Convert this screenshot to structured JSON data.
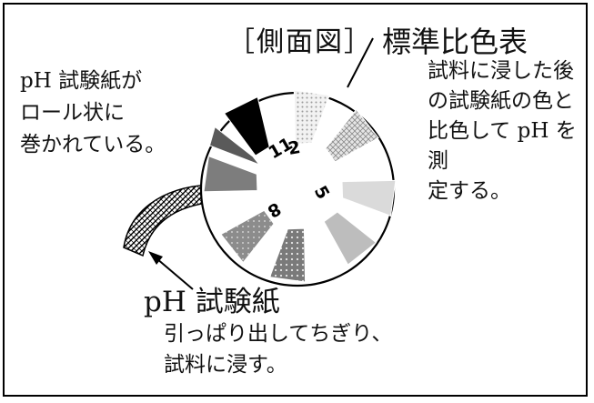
{
  "side_view_label": "［側面図］",
  "color_chart": {
    "title": "標準比色表",
    "description": "試料に浸した後\nの試験紙の色と\n比色して pH を測\n定する。"
  },
  "roll_note": "pH 試験紙が\nロール状に\n巻かれている。",
  "test_paper": {
    "title": "pH 試験紙",
    "description": "引っぱり出してちぎり、\n試料に浸す。"
  },
  "scale_numbers": [
    "11",
    "2",
    "5",
    "8"
  ]
}
